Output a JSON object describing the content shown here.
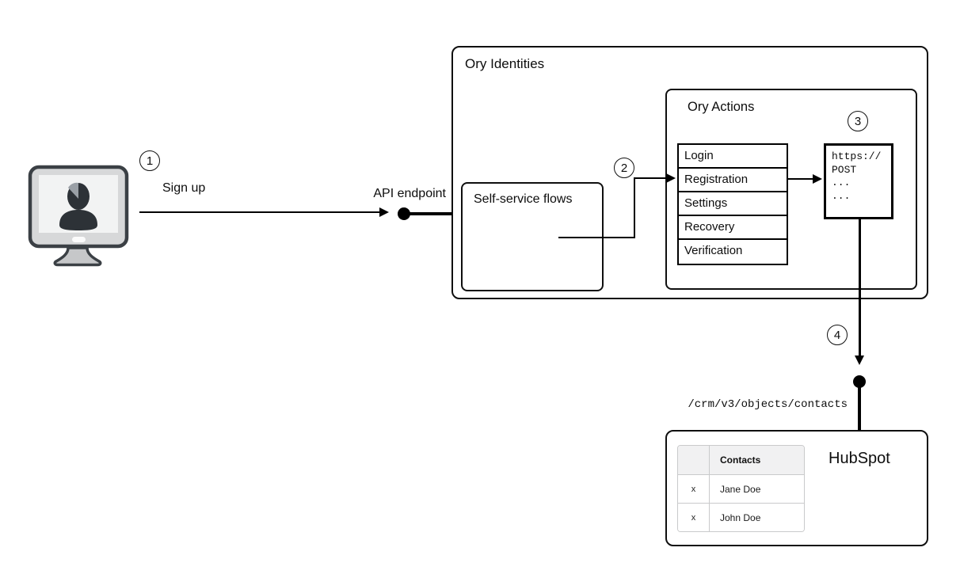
{
  "colors": {
    "line": "#000000",
    "box_border": "#0f0f0f",
    "table_border": "#c9cacb",
    "table_header_bg": "#f1f1f2",
    "monitor_frame": "#3b4045",
    "monitor_body": "#d7d8d9",
    "monitor_screen": "#f2f3f3",
    "silhouette": "#2d3237"
  },
  "diagram": {
    "icons": {
      "user_computer": "user-on-computer-monitor"
    },
    "step1": {
      "badge": "1",
      "label": "Sign up"
    },
    "api_endpoint": {
      "label": "API endpoint"
    },
    "ory_identities": {
      "title": "Ory Identities"
    },
    "self_service_flows": {
      "title": "Self-service flows"
    },
    "step2": {
      "badge": "2"
    },
    "ory_actions": {
      "title": "Ory Actions",
      "flows": [
        "Login",
        "Registration",
        "Settings",
        "Recovery",
        "Verification"
      ]
    },
    "step3": {
      "badge": "3"
    },
    "webhook_request": {
      "lines": [
        "https://",
        "POST",
        "...",
        "..."
      ]
    },
    "step4": {
      "badge": "4"
    },
    "api_path": {
      "label": "/crm/v3/objects/contacts"
    },
    "hubspot": {
      "title": "HubSpot",
      "table": {
        "header": [
          "",
          "Contacts"
        ],
        "rows": [
          [
            "x",
            "Jane Doe"
          ],
          [
            "x",
            "John Doe"
          ]
        ]
      }
    }
  }
}
